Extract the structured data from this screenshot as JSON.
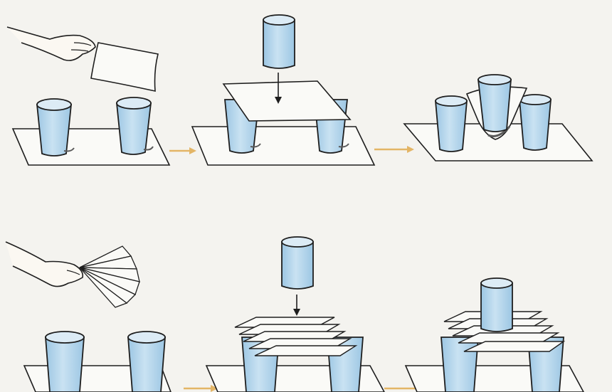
{
  "colors": {
    "paper": "#f4f3ef",
    "ink": "#1e1e1e",
    "water": "#b9d8ec",
    "water_dark": "#8fbbd9",
    "glass_top": "#dcebf5",
    "arrow": "#e3b566",
    "skin": "#fbf8f2",
    "sheet": "#fafaf7",
    "shadow": "#5a5a5a"
  },
  "illustration": {
    "rows": [
      {
        "id": "flat-paper",
        "steps": [
          "two-glasses-hand-holding-sheet",
          "sheet-bridge-glass-lowered",
          "flat-sheet-collapses"
        ]
      },
      {
        "id": "folded-paper",
        "steps": [
          "two-glasses-hand-holding-folded-fan",
          "folded-bridge-glass-lowered",
          "folded-bridge-holds-glass"
        ]
      }
    ]
  }
}
